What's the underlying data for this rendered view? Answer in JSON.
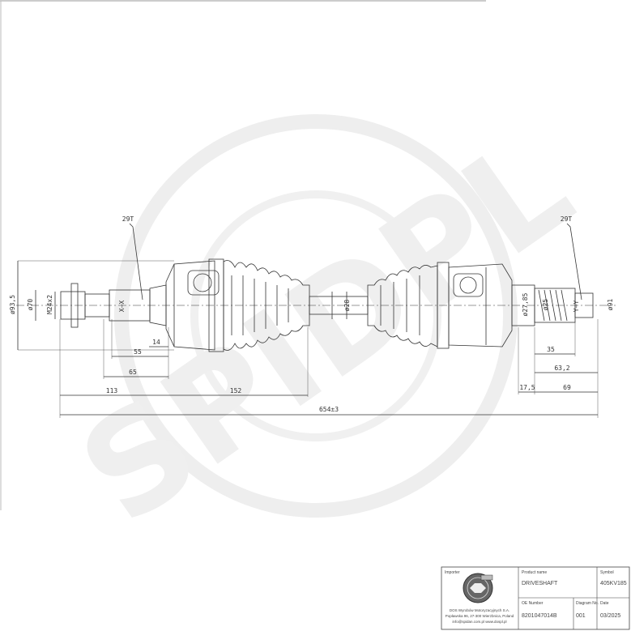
{
  "labels": {
    "spline_left": "29T",
    "spline_right": "29T",
    "section_left": "X–X",
    "section_right": "Y–Y"
  },
  "dimensions": {
    "left_outer_dia": "ø93,5",
    "left_bearing_dia": "ø70",
    "left_thread": "M24x2",
    "shaft_dia": "ø28",
    "right_seat_dia": "ø27,85",
    "right_spline_dia": "ø25",
    "right_end_dia": "ø91",
    "left_55": "55",
    "left_14": "14",
    "left_65": "65",
    "left_113": "113",
    "left_152": "152",
    "overall": "654±3",
    "right_35": "35",
    "right_63": "63,2",
    "right_17": "17,5",
    "right_69": "69"
  },
  "title_block": {
    "importer_header": "Importer",
    "product_name_header": "Product name",
    "symbol_header": "Symbol",
    "product_name": "DRIVESHAFT",
    "symbol": "405KV185",
    "oe_number_header": "OE Number",
    "oe_number": "8201047014B",
    "diagram_no_header": "Diagram No.",
    "diagram_no": "001",
    "date_header": "Date",
    "date": "03/2025",
    "company_line1": "DOS Wyrobów Motoryzacyjnych S.A.",
    "company_line2": "Popławska 96, 27-300 Wierzbnica, Poland",
    "company_line3": "info@spidan.com.pl  www.dospl.pl",
    "watermark": "SPIDPL"
  },
  "colors": {
    "line": "#333333",
    "watermark": "#eaeaea",
    "seal": "#555555"
  }
}
